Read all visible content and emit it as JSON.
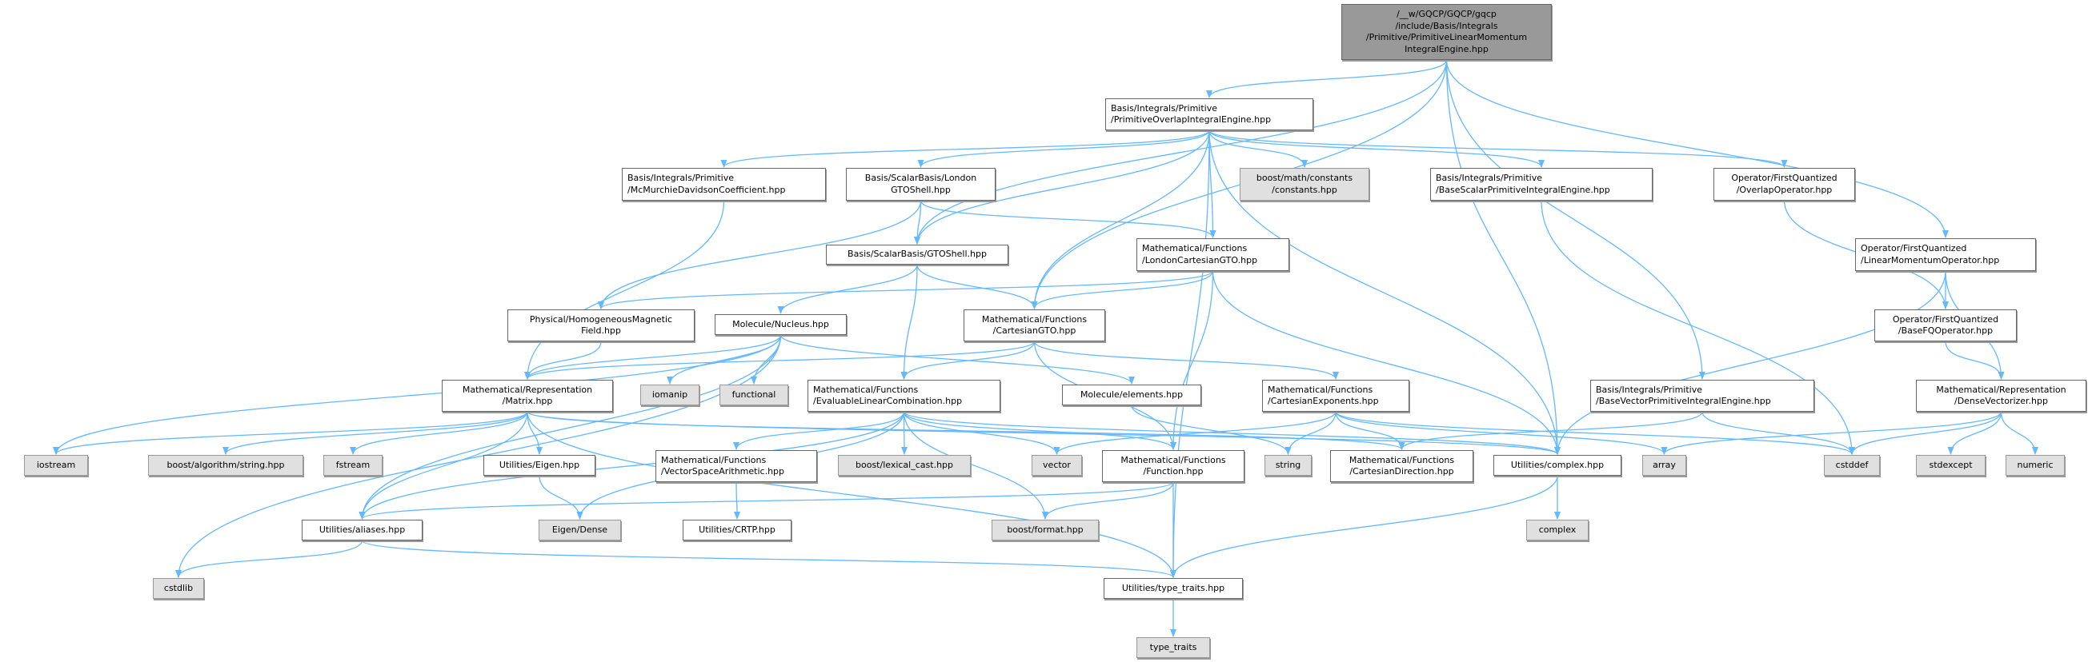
{
  "graph": {
    "title": "Include dependency graph",
    "edge_color": "#63b8ff",
    "nodes": [
      {
        "id": "root",
        "lines": [
          "/__w/GQCP/GQCP/gqcp",
          "/include/Basis/Integrals",
          "/Primitive/PrimitiveLinearMomentum",
          "IntegralEngine.hpp"
        ],
        "kind": "root"
      },
      {
        "id": "overlap",
        "lines": [
          "Basis/Integrals/Primitive",
          "/PrimitiveOverlapIntegralEngine.hpp"
        ],
        "kind": "file"
      },
      {
        "id": "boostmath",
        "lines": [
          "boost/math/constants",
          "/constants.hpp"
        ],
        "kind": "ext"
      },
      {
        "id": "basescalar",
        "lines": [
          "Basis/Integrals/Primitive",
          "/BaseScalarPrimitiveIntegralEngine.hpp"
        ],
        "kind": "file"
      },
      {
        "id": "overlapop",
        "lines": [
          "Operator/FirstQuantized",
          "/OverlapOperator.hpp"
        ],
        "kind": "file"
      },
      {
        "id": "linmom",
        "lines": [
          "Operator/FirstQuantized",
          "/LinearMomentumOperator.hpp"
        ],
        "kind": "file"
      },
      {
        "id": "basefq",
        "lines": [
          "Operator/FirstQuantized",
          "/BaseFQOperator.hpp"
        ],
        "kind": "file"
      },
      {
        "id": "londoncartgto",
        "lines": [
          "Mathematical/Functions",
          "/LondonCartesianGTO.hpp"
        ],
        "kind": "file"
      },
      {
        "id": "mcmurchie",
        "lines": [
          "Basis/Integrals/Primitive",
          "/McMurchieDavidsonCoefficient.hpp"
        ],
        "kind": "file"
      },
      {
        "id": "londongtoshell",
        "lines": [
          "Basis/ScalarBasis/London",
          "GTOShell.hpp"
        ],
        "kind": "file"
      },
      {
        "id": "gtoshell",
        "lines": [
          "Basis/ScalarBasis/GTOShell.hpp"
        ],
        "kind": "file"
      },
      {
        "id": "physical",
        "lines": [
          "Physical/HomogeneousMagnetic",
          "Field.hpp"
        ],
        "kind": "file"
      },
      {
        "id": "nucleus",
        "lines": [
          "Molecule/Nucleus.hpp"
        ],
        "kind": "file"
      },
      {
        "id": "cartgto",
        "lines": [
          "Mathematical/Functions",
          "/CartesianGTO.hpp"
        ],
        "kind": "file"
      },
      {
        "id": "matrix",
        "lines": [
          "Mathematical/Representation",
          "/Matrix.hpp"
        ],
        "kind": "file"
      },
      {
        "id": "iomanip",
        "lines": [
          "iomanip"
        ],
        "kind": "ext"
      },
      {
        "id": "functional",
        "lines": [
          "functional"
        ],
        "kind": "ext"
      },
      {
        "id": "evaluable",
        "lines": [
          "Mathematical/Functions",
          "/EvaluableLinearCombination.hpp"
        ],
        "kind": "file"
      },
      {
        "id": "elements",
        "lines": [
          "Molecule/elements.hpp"
        ],
        "kind": "file"
      },
      {
        "id": "cartexp",
        "lines": [
          "Mathematical/Functions",
          "/CartesianExponents.hpp"
        ],
        "kind": "file"
      },
      {
        "id": "basevector",
        "lines": [
          "Basis/Integrals/Primitive",
          "/BaseVectorPrimitiveIntegralEngine.hpp"
        ],
        "kind": "file"
      },
      {
        "id": "densevec",
        "lines": [
          "Mathematical/Representation",
          "/DenseVectorizer.hpp"
        ],
        "kind": "file"
      },
      {
        "id": "iostream",
        "lines": [
          "iostream"
        ],
        "kind": "ext"
      },
      {
        "id": "boostalgo",
        "lines": [
          "boost/algorithm/string.hpp"
        ],
        "kind": "ext"
      },
      {
        "id": "fstream",
        "lines": [
          "fstream"
        ],
        "kind": "ext"
      },
      {
        "id": "eigenutil",
        "lines": [
          "Utilities/Eigen.hpp"
        ],
        "kind": "file"
      },
      {
        "id": "vectorspace",
        "lines": [
          "Mathematical/Functions",
          "/VectorSpaceArithmetic.hpp"
        ],
        "kind": "file"
      },
      {
        "id": "lexical",
        "lines": [
          "boost/lexical_cast.hpp"
        ],
        "kind": "ext"
      },
      {
        "id": "vector",
        "lines": [
          "vector"
        ],
        "kind": "ext"
      },
      {
        "id": "function",
        "lines": [
          "Mathematical/Functions",
          "/Function.hpp"
        ],
        "kind": "file"
      },
      {
        "id": "string",
        "lines": [
          "string"
        ],
        "kind": "ext"
      },
      {
        "id": "cartdir",
        "lines": [
          "Mathematical/Functions",
          "/CartesianDirection.hpp"
        ],
        "kind": "file"
      },
      {
        "id": "complexhpp",
        "lines": [
          "Utilities/complex.hpp"
        ],
        "kind": "file"
      },
      {
        "id": "array",
        "lines": [
          "array"
        ],
        "kind": "ext"
      },
      {
        "id": "cstddef",
        "lines": [
          "cstddef"
        ],
        "kind": "ext"
      },
      {
        "id": "stdexcept",
        "lines": [
          "stdexcept"
        ],
        "kind": "ext"
      },
      {
        "id": "numeric",
        "lines": [
          "numeric"
        ],
        "kind": "ext"
      },
      {
        "id": "aliases",
        "lines": [
          "Utilities/aliases.hpp"
        ],
        "kind": "file"
      },
      {
        "id": "eigendense",
        "lines": [
          "Eigen/Dense"
        ],
        "kind": "ext"
      },
      {
        "id": "crtp",
        "lines": [
          "Utilities/CRTP.hpp"
        ],
        "kind": "file"
      },
      {
        "id": "boostformat",
        "lines": [
          "boost/format.hpp"
        ],
        "kind": "ext"
      },
      {
        "id": "complex",
        "lines": [
          "complex"
        ],
        "kind": "ext"
      },
      {
        "id": "cstdlib",
        "lines": [
          "cstdlib"
        ],
        "kind": "ext"
      },
      {
        "id": "typetraitshpp",
        "lines": [
          "Utilities/type_traits.hpp"
        ],
        "kind": "file"
      },
      {
        "id": "typetraits",
        "lines": [
          "type_traits"
        ],
        "kind": "ext"
      }
    ],
    "edges": [
      [
        "root",
        "overlap"
      ],
      [
        "root",
        "gtoshell"
      ],
      [
        "root",
        "cartgto"
      ],
      [
        "root",
        "complexhpp"
      ],
      [
        "root",
        "basevector"
      ],
      [
        "root",
        "linmom"
      ],
      [
        "overlap",
        "mcmurchie"
      ],
      [
        "overlap",
        "londongtoshell"
      ],
      [
        "overlap",
        "gtoshell"
      ],
      [
        "overlap",
        "cartgto"
      ],
      [
        "overlap",
        "londoncartgto"
      ],
      [
        "overlap",
        "boostmath"
      ],
      [
        "overlap",
        "basescalar"
      ],
      [
        "overlap",
        "overlapop"
      ],
      [
        "overlap",
        "complexhpp"
      ],
      [
        "overlap",
        "typetraitshpp"
      ],
      [
        "mcmurchie",
        "matrix"
      ],
      [
        "londongtoshell",
        "gtoshell"
      ],
      [
        "londongtoshell",
        "physical"
      ],
      [
        "londongtoshell",
        "londoncartgto"
      ],
      [
        "gtoshell",
        "nucleus"
      ],
      [
        "gtoshell",
        "cartgto"
      ],
      [
        "gtoshell",
        "evaluable"
      ],
      [
        "physical",
        "matrix"
      ],
      [
        "londoncartgto",
        "physical"
      ],
      [
        "londoncartgto",
        "cartgto"
      ],
      [
        "londoncartgto",
        "function"
      ],
      [
        "londoncartgto",
        "complexhpp"
      ],
      [
        "nucleus",
        "matrix"
      ],
      [
        "nucleus",
        "iomanip"
      ],
      [
        "nucleus",
        "functional"
      ],
      [
        "nucleus",
        "cstdlib"
      ],
      [
        "nucleus",
        "iostream"
      ],
      [
        "nucleus",
        "elements"
      ],
      [
        "nucleus",
        "aliases"
      ],
      [
        "cartgto",
        "matrix"
      ],
      [
        "cartgto",
        "evaluable"
      ],
      [
        "cartgto",
        "cartexp"
      ],
      [
        "cartgto",
        "function"
      ],
      [
        "matrix",
        "iostream"
      ],
      [
        "matrix",
        "boostalgo"
      ],
      [
        "matrix",
        "fstream"
      ],
      [
        "matrix",
        "eigenutil"
      ],
      [
        "matrix",
        "aliases"
      ],
      [
        "matrix",
        "typetraitshpp"
      ],
      [
        "matrix",
        "complexhpp"
      ],
      [
        "matrix",
        "cartdir"
      ],
      [
        "evaluable",
        "aliases"
      ],
      [
        "evaluable",
        "eigendense"
      ],
      [
        "evaluable",
        "vectorspace"
      ],
      [
        "evaluable",
        "lexical"
      ],
      [
        "evaluable",
        "vector"
      ],
      [
        "evaluable",
        "function"
      ],
      [
        "evaluable",
        "boostformat"
      ],
      [
        "evaluable",
        "complexhpp"
      ],
      [
        "cartexp",
        "vector"
      ],
      [
        "cartexp",
        "string"
      ],
      [
        "cartexp",
        "cartdir"
      ],
      [
        "cartexp",
        "array"
      ],
      [
        "cartexp",
        "cstddef"
      ],
      [
        "elements",
        "string"
      ],
      [
        "basescalar",
        "cstddef"
      ],
      [
        "overlapop",
        "basefq"
      ],
      [
        "linmom",
        "basefq"
      ],
      [
        "linmom",
        "densevec"
      ],
      [
        "linmom",
        "complexhpp"
      ],
      [
        "basefq",
        "densevec"
      ],
      [
        "basevector",
        "cartdir"
      ],
      [
        "basevector",
        "cstddef"
      ],
      [
        "densevec",
        "array"
      ],
      [
        "densevec",
        "cstddef"
      ],
      [
        "densevec",
        "stdexcept"
      ],
      [
        "densevec",
        "numeric"
      ],
      [
        "eigenutil",
        "eigendense"
      ],
      [
        "vectorspace",
        "crtp"
      ],
      [
        "function",
        "aliases"
      ],
      [
        "function",
        "boostformat"
      ],
      [
        "function",
        "typetraitshpp"
      ],
      [
        "complexhpp",
        "complex"
      ],
      [
        "complexhpp",
        "typetraitshpp"
      ],
      [
        "aliases",
        "cstdlib"
      ],
      [
        "aliases",
        "typetraitshpp"
      ],
      [
        "typetraitshpp",
        "typetraits"
      ]
    ]
  }
}
